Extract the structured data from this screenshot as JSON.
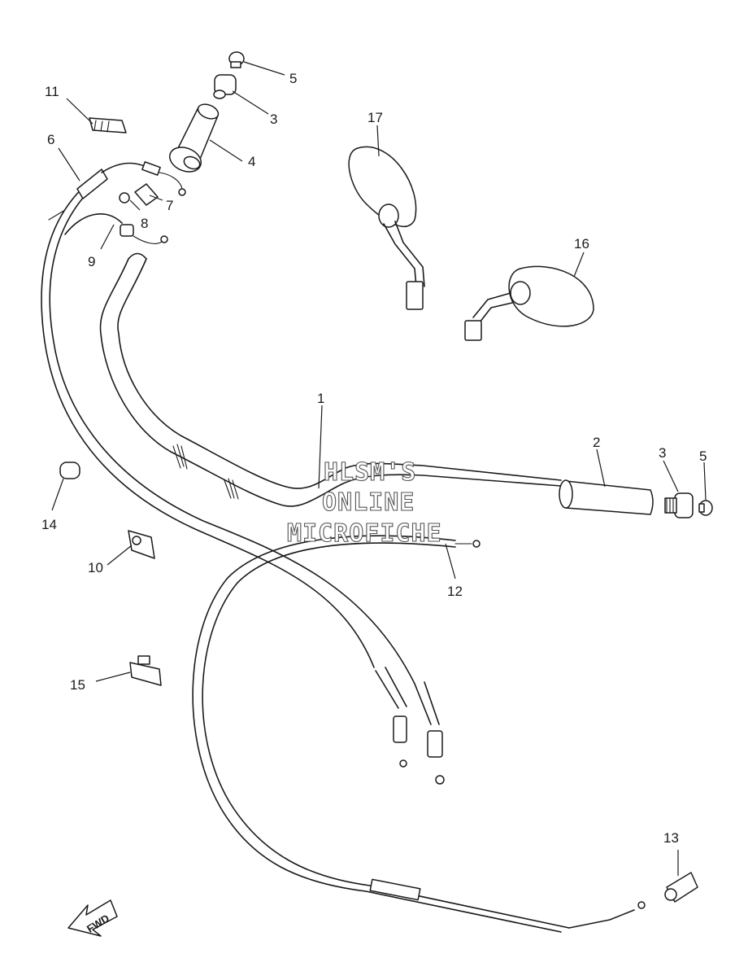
{
  "watermark": {
    "line1": "HLSM'S",
    "line2": "ONLINE",
    "line3": "MICROFICHE"
  },
  "direction_label": "FWD",
  "callouts": [
    "1",
    "2",
    "3",
    "4",
    "5",
    "6",
    "7",
    "8",
    "9",
    "10",
    "11",
    "12",
    "13",
    "14",
    "15",
    "16",
    "17"
  ],
  "callouts_dup": {
    "3": "3",
    "5": "5"
  }
}
